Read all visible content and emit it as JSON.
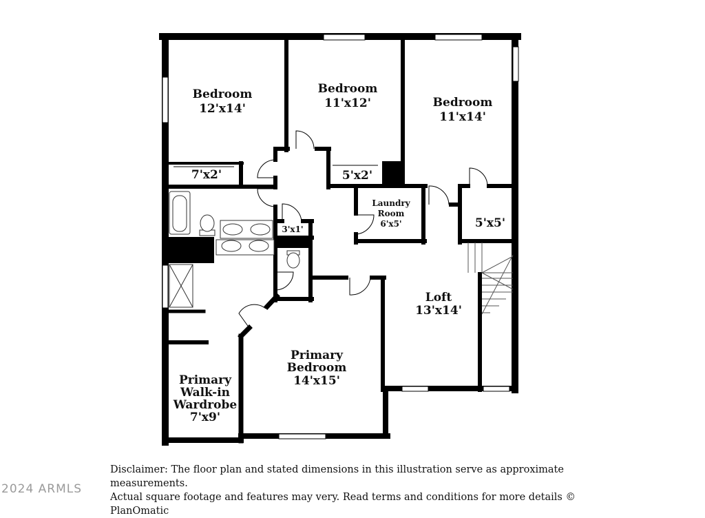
{
  "rooms": {
    "bedroom_left": {
      "name": "Bedroom",
      "dims": "12'x14'"
    },
    "bedroom_middle": {
      "name": "Bedroom",
      "dims": "11'x12'"
    },
    "bedroom_right": {
      "name": "Bedroom",
      "dims": "11'x14'"
    },
    "closet_left": {
      "dims": "7'x2'"
    },
    "closet_middle": {
      "dims": "5'x2'"
    },
    "laundry": {
      "line1": "Laundry",
      "line2": "Room",
      "dims": "6'x5'"
    },
    "closet_right": {
      "dims": "5'x5'"
    },
    "wc_closet": {
      "dims": "3'x1'"
    },
    "loft": {
      "name": "Loft",
      "dims": "13'x14'"
    },
    "primary_bedroom": {
      "line1": "Primary",
      "line2": "Bedroom",
      "dims": "14'x15'"
    },
    "wardrobe": {
      "line1": "Primary",
      "line2": "Walk-in",
      "line3": "Wardrobe",
      "dims": "7'x9'"
    }
  },
  "disclaimer": {
    "line1": "Disclaimer: The floor plan and stated dimensions in this illustration serve as approximate measurements.",
    "line2": "Actual square footage and features may very. Read terms and conditions for more details © PlanOmatic"
  },
  "watermark": "2024 ARMLS"
}
